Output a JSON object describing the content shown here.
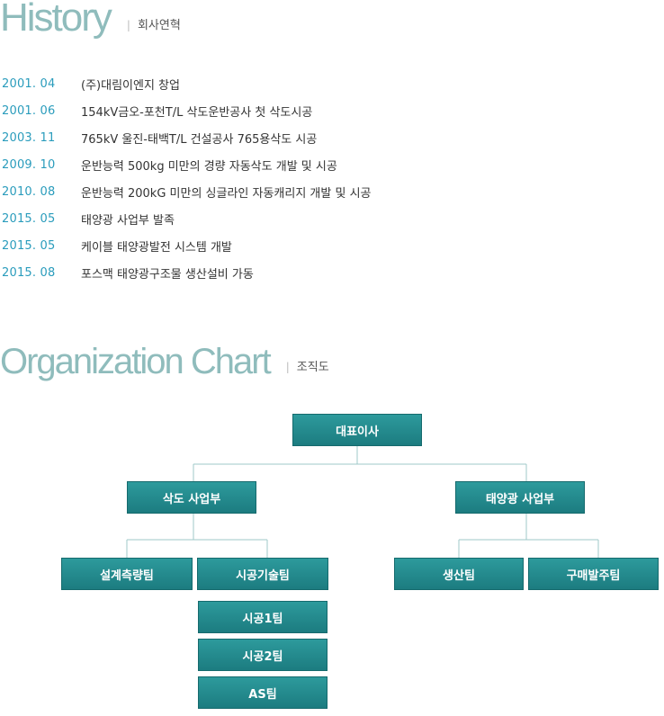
{
  "history": {
    "title": "History",
    "separator": "|",
    "subtitle": "회사연혁",
    "items": [
      {
        "date": "2001. 04",
        "text": "(주)대림이엔지 창업"
      },
      {
        "date": "2001. 06",
        "text": "154kV금오-포천T/L 삭도운반공사 첫 삭도시공"
      },
      {
        "date": "2003. 11",
        "text": "765kV 울진-태백T/L 건설공사 765용삭도 시공"
      },
      {
        "date": "2009. 10",
        "text": "운반능력 500kg 미만의 경량 자동삭도 개발 및 시공"
      },
      {
        "date": "2010. 08",
        "text": "운반능력 200kG 미만의 싱글라인 자동캐리지 개발 및 시공"
      },
      {
        "date": "2015. 05",
        "text": "태양광 사업부 발족"
      },
      {
        "date": "2015. 05",
        "text": "케이블 태양광발전 시스템 개발"
      },
      {
        "date": "2015. 08",
        "text": "포스맥 태양광구조물 생산설비 가동"
      }
    ]
  },
  "organization": {
    "title": "Organization Chart",
    "separator": "|",
    "subtitle": "조직도",
    "ceo": "대표이사",
    "divisions": [
      {
        "name": "삭도 사업부",
        "teams": [
          "설계측량팀",
          "시공기술팀"
        ]
      },
      {
        "name": "태양광 사업부",
        "teams": [
          "생산팀",
          "구매발주팀"
        ]
      }
    ],
    "subteams": [
      "시공1팀",
      "시공2팀",
      "AS팀"
    ]
  }
}
